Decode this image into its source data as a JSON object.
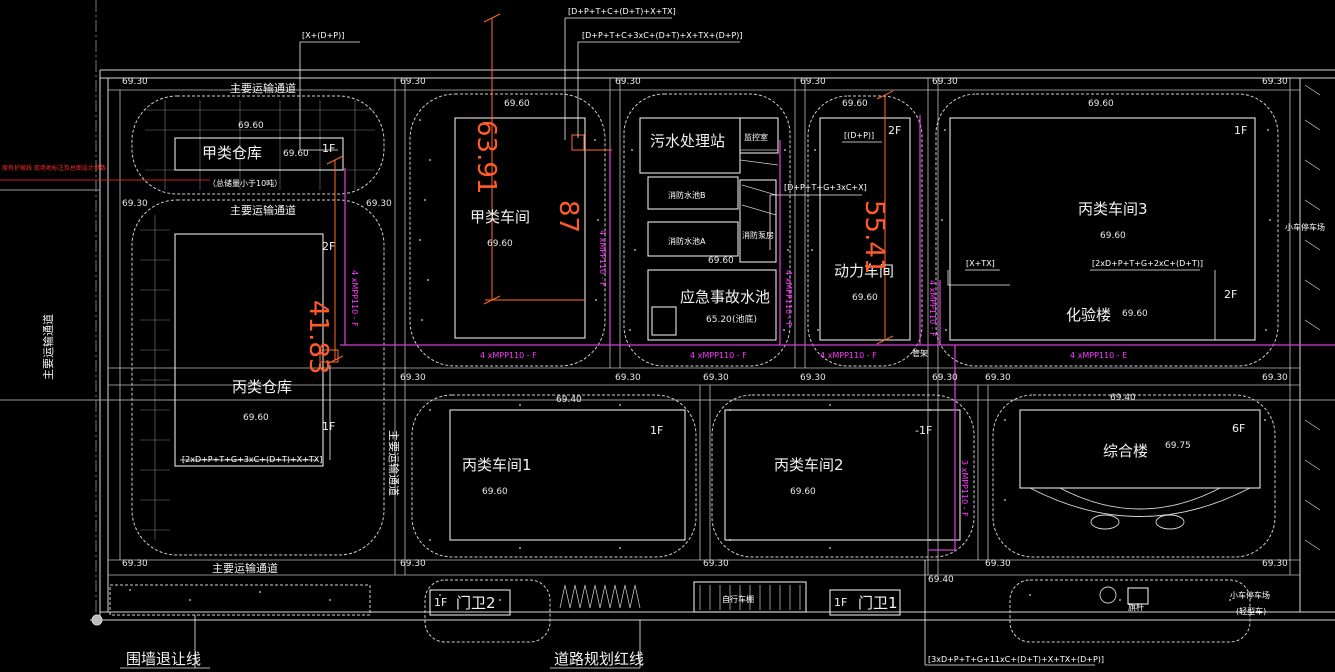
{
  "drawing": {
    "pipe_labels": {
      "top_center": "[D+P+T+C+(D+T)+X+TX]",
      "top_center2": "[D+P+T+C+3xC+(D+T)+X+TX+(D+P)]",
      "top_left": "[X+(D+P)]",
      "power_dp": "[(D+P)]",
      "mid": "[D+P+T+G+3xC+X]",
      "x_tx": "[X+TX]",
      "lab": "[2xD+P+T+G+2xC+(D+T)]",
      "warehouse": "[2xD+P+T+G+3xC+(D+T)+X+TX]",
      "bottom": "[3xD+P+T+G+11xC+(D+T)+X+TX+(D+P)]"
    },
    "buildings": {
      "jia_warehouse": {
        "name": "甲类仓库",
        "elev": "69.60",
        "floor": "1F",
        "note": "（总储量小于10吨）"
      },
      "bing_warehouse": {
        "name": "丙类仓库",
        "elev": "69.60",
        "floor": "1F",
        "floor2": "2F",
        "dim": "41.83"
      },
      "jia_workshop": {
        "name": "甲类车间",
        "elev": "69.60",
        "dim": "63.91",
        "dim2": "87"
      },
      "sewage": {
        "name": "污水处理站",
        "control": "监控室"
      },
      "fire_pool_b": {
        "name": "消防水池B"
      },
      "fire_pool_a": {
        "name": "消防水池A"
      },
      "fire_pump": {
        "name": "消防泵房"
      },
      "accident_pool": {
        "name": "应急事故水池",
        "elev": "65.20",
        "note": "(池底)"
      },
      "power": {
        "name": "动力车间",
        "elev": "69.60",
        "floor": "2F",
        "dim": "55.41"
      },
      "bing3": {
        "name": "丙类车间3",
        "elev": "69.60",
        "floor": "1F"
      },
      "lab": {
        "name": "化验楼",
        "elev": "69.60",
        "floor": "2F"
      },
      "bing1": {
        "name": "丙类车间1",
        "elev": "69.60",
        "floor": "1F"
      },
      "bing2": {
        "name": "丙类车间2",
        "elev": "69.60",
        "floor": "-1F"
      },
      "complex": {
        "name": "综合楼",
        "elev": "69.75",
        "floor": "6F"
      },
      "gate2": {
        "name": "门卫2",
        "floor": "1F"
      },
      "gate1": {
        "name": "门卫1",
        "floor": "1F"
      },
      "ebike": {
        "name": "自行车棚"
      },
      "parking": {
        "name": "小车停车场"
      },
      "bus_parking": {
        "name": "小车停车场",
        "note": "(轻型车)"
      }
    },
    "roads": {
      "main_transport": "主要运输通道",
      "fence_line": "围墙退让线",
      "road_red_line": "道路规划红线",
      "pipe_rack": "管架",
      "flag": "旗杆"
    },
    "pipe_codes": {
      "c1": "4 xMPP110 - F",
      "c2": "4 xMPP110 - F",
      "c3": "4 xMPP110 - F",
      "c4": "4 xMPP110 - E",
      "v1": "4 xMPP110 - F",
      "v2": "4 xMPP110 - F",
      "v3": "4 xMPP110 - F",
      "v4": "4 xMPP110 - F",
      "v5": "3 xMPP110 - F"
    },
    "elevations": {
      "site": "69.30",
      "plaza": "69.40",
      "road": "69.60"
    },
    "red_note": "原有护坡线\n现场地标注及总图设计参数"
  }
}
